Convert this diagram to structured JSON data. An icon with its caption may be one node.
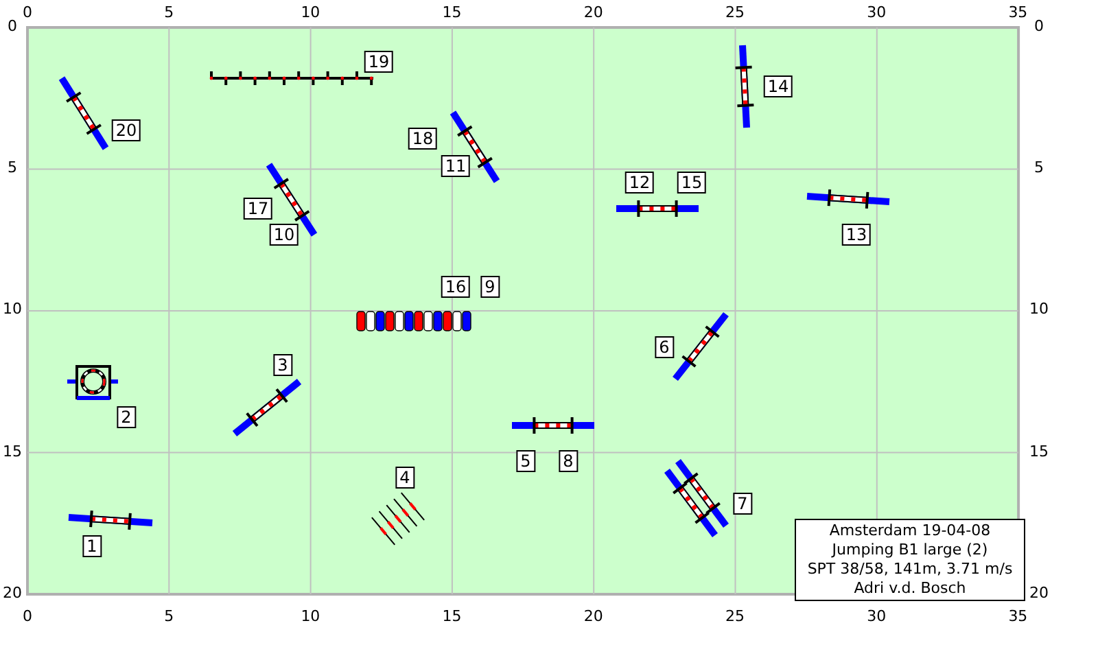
{
  "diagram": {
    "nodes": [
      {
        "text": [
          "Amsterdam 19-04-08",
          "Jumping B1 large (2)",
          "SPT 38/58, 141m, 3.71 m/s",
          "Adri v.d. Bosch"
        ]
      }
    ],
    "labels": [
      "0",
      "5",
      "10",
      "15",
      "20",
      "25",
      "30",
      "35",
      "0",
      "0",
      "5",
      "5",
      "10",
      "10",
      "15",
      "15",
      "20",
      "20",
      "0",
      "5",
      "10",
      "15",
      "20",
      "25",
      "30",
      "35",
      "19",
      "14",
      "20",
      "18",
      "11",
      "12",
      "15",
      "17",
      "10",
      "13",
      "16",
      "9",
      "6",
      "3",
      "2",
      "5",
      "8",
      "4",
      "7",
      "1"
    ]
  }
}
